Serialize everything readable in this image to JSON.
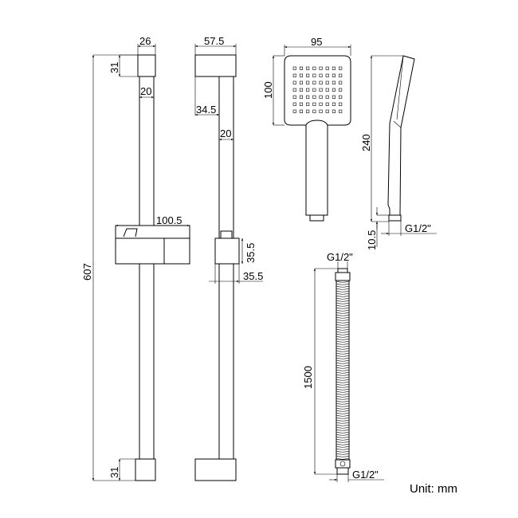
{
  "drawing": {
    "rail_front": {
      "width_top": "26",
      "bracket_height_top": "31",
      "tube_diameter": "20",
      "slider_width": "100.5",
      "total_height": "607",
      "bracket_height_bottom": "31"
    },
    "rail_side": {
      "bracket_depth": "57.5",
      "tube_offset": "34.5",
      "tube_diameter": "20",
      "slider_height": "35.5",
      "slider_depth": "35.5"
    },
    "hand_shower": {
      "head_width": "95",
      "head_height": "100",
      "total_length": "240",
      "connector_length": "10.5",
      "thread": "G1/2\""
    },
    "hose": {
      "length": "1500",
      "thread_top": "G1/2\"",
      "thread_bottom": "G1/2\""
    },
    "unit_label": "Unit: mm",
    "nozzle_grid": {
      "columns": 8,
      "rows": 7
    },
    "line_color": "#000000"
  }
}
